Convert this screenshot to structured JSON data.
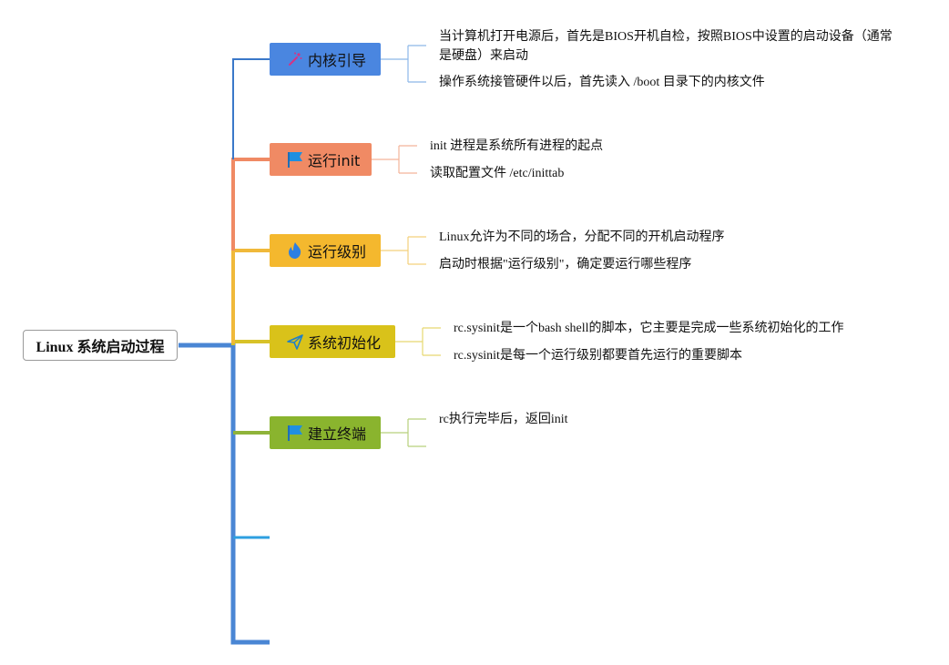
{
  "root": {
    "title": "Linux 系统启动过程"
  },
  "branches": [
    {
      "label": "内核引导",
      "icon": "magic-wand-icon",
      "color": "#4a86e0",
      "line_color": "#3a78c9",
      "items": [
        "当计算机打开电源后，首先是BIOS开机自检，按照BIOS中设置的启动设备（通常是硬盘）来启动",
        "操作系统接管硬件以后，首先读入 /boot 目录下的内核文件"
      ]
    },
    {
      "label": "运行init",
      "icon": "flag-icon",
      "color": "#f08a64",
      "line_color": "#f08a64",
      "items": [
        "init 进程是系统所有进程的起点",
        "读取配置文件 /etc/inittab"
      ]
    },
    {
      "label": "运行级别",
      "icon": "flame-icon",
      "color": "#f4b82e",
      "line_color": "#f0b93a",
      "items": [
        "Linux允许为不同的场合，分配不同的开机启动程序",
        "启动时根据\"运行级别\"，确定要运行哪些程序"
      ]
    },
    {
      "label": "系统初始化",
      "icon": "paper-plane-icon",
      "color": "#d9c21a",
      "line_color": "#d8c228",
      "items": [
        "rc.sysinit是一个bash shell的脚本，它主要是完成一些系统初始化的工作",
        "rc.sysinit是每一个运行级别都要首先运行的重要脚本"
      ]
    },
    {
      "label": "建立终端",
      "icon": "flag-icon",
      "color": "#8ab42e",
      "line_color": "#8fb33a",
      "items": [
        "rc执行完毕后，返回init"
      ]
    }
  ]
}
